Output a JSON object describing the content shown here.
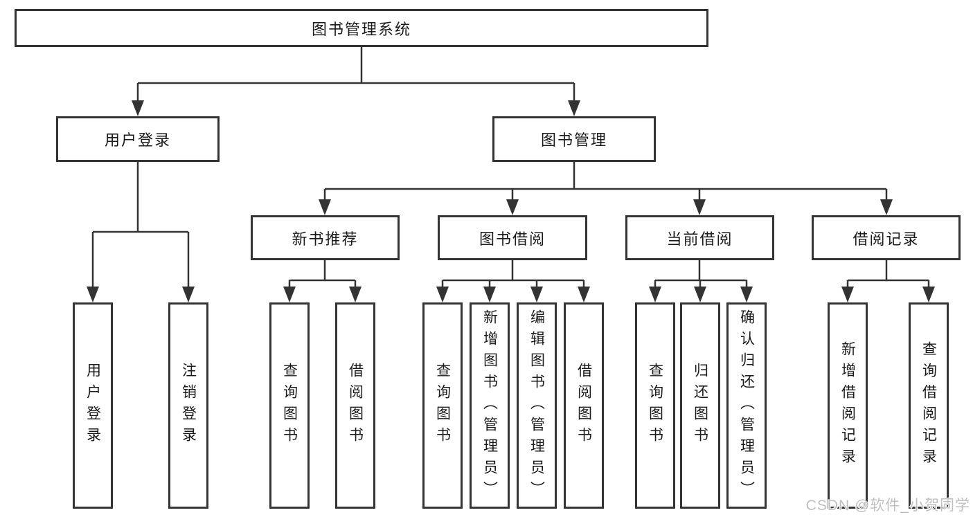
{
  "diagram": {
    "title": "图书管理系统",
    "children": [
      {
        "label": "用户登录",
        "children": [
          {
            "label": "用户登录"
          },
          {
            "label": "注销登录"
          }
        ]
      },
      {
        "label": "图书管理",
        "children": [
          {
            "label": "新书推荐",
            "children": [
              {
                "label": "查询图书"
              },
              {
                "label": "借阅图书"
              }
            ]
          },
          {
            "label": "图书借阅",
            "children": [
              {
                "label": "查询图书"
              },
              {
                "label": "新增图书（管理员）"
              },
              {
                "label": "编辑图书（管理员）"
              },
              {
                "label": "借阅图书"
              }
            ]
          },
          {
            "label": "当前借阅",
            "children": [
              {
                "label": "查询图书"
              },
              {
                "label": "归还图书"
              },
              {
                "label": "确认归还（管理员）"
              }
            ]
          },
          {
            "label": "借阅记录",
            "children": [
              {
                "label": "新增借阅记录"
              },
              {
                "label": "查询借阅记录"
              }
            ]
          }
        ]
      }
    ]
  },
  "watermark": {
    "text": "CSDN @软件_小贺同学"
  },
  "colors": {
    "line": "#333333",
    "text": "#1a1a1a",
    "background": "#ffffff",
    "watermark": "#bfbfbf"
  }
}
